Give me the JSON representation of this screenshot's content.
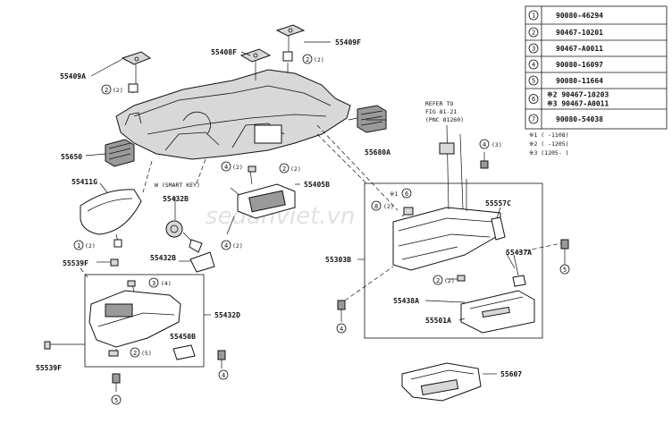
{
  "part_labels": {
    "p55409A": "55409A",
    "p55408F": "55408F",
    "p55409F": "55409F",
    "p55650": "55650",
    "p55680A": "55680A",
    "p55411G": "55411G",
    "p55539F_top": "55539F",
    "p55539F_bottom": "55539F",
    "p55432B_top": "55432B",
    "p55432B_mid": "55432B",
    "p55405B": "55405B",
    "p55432D": "55432D",
    "p55450B": "55450B",
    "p55303B": "55303B",
    "p55557C": "55557C",
    "p55437A": "55437A",
    "p55438A": "55438A",
    "p55501A": "55501A",
    "p55607": "55607",
    "smart_key": "W (SMART KEY)",
    "refer_1": "REFER TO",
    "refer_2": "FIG 81-21",
    "refer_3": "(PNC 81260)"
  },
  "callouts": {
    "c2a": "2",
    "c2a_note": "(2)",
    "c1a": "1",
    "c1a_note": "(2)",
    "c2b": "2",
    "c2b_note": "(2)",
    "c4a": "4",
    "c4a_note": "(2)",
    "c2c": "2",
    "c2c_note": "(2)",
    "c4b": "4",
    "c4b_note": "(2)",
    "c3a": "3",
    "c3a_note": "(4)",
    "c2d": "2",
    "c2d_note": "(5)",
    "c4c": "4",
    "c5a": "5",
    "c4d": "4",
    "c4d_note": "(3)",
    "c6a_prefix": "※1",
    "c6a": "6",
    "c8a": "8",
    "c8a_note": "(2)",
    "c2e": "2",
    "c2e_note": "(2)",
    "c5b": "5",
    "c4e": "4"
  },
  "legend": [
    {
      "num": "1",
      "code": "90080-46294"
    },
    {
      "num": "2",
      "code": "90467-10201"
    },
    {
      "num": "3",
      "code": "90467-A0011"
    },
    {
      "num": "4",
      "code": "90080-16097"
    },
    {
      "num": "5",
      "code": "90080-11664"
    },
    {
      "num": "6",
      "code": "※2 90467-10203",
      "code2": "※3 90467-A0011"
    },
    {
      "num": "7",
      "code": "90080-54038"
    }
  ],
  "footnotes": [
    "※1 (  -1108)",
    "※2 (  -1205)",
    "※3 (1205-  )"
  ],
  "watermark": "sedanviet.vn"
}
